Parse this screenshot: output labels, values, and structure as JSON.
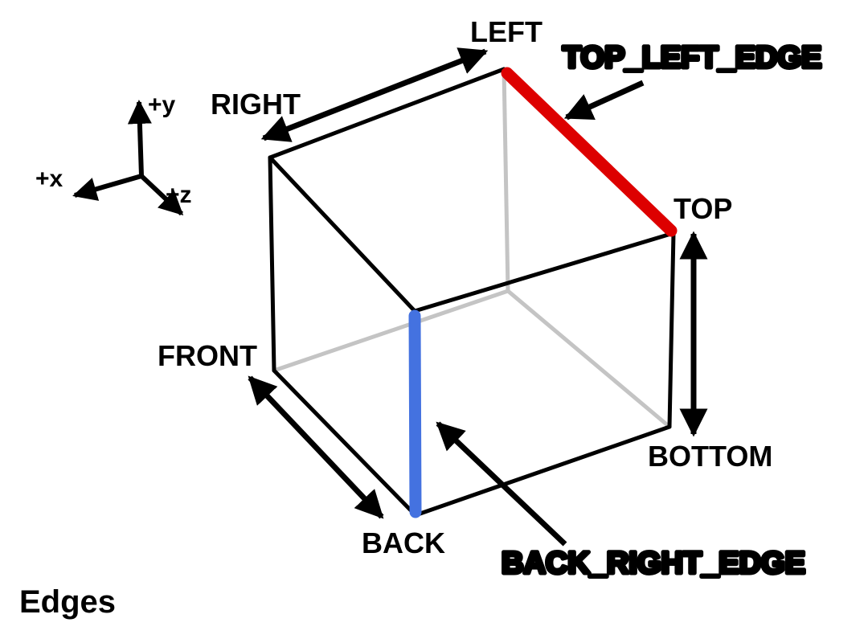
{
  "title": "Edges",
  "colors": {
    "red": "#dd0000",
    "blue": "#4472e0",
    "edge": "#000000",
    "hidden_edge": "#c4c4c4"
  },
  "axes": {
    "x_label": "+x",
    "y_label": "+y",
    "z_label": "+z"
  },
  "face_labels": {
    "left": "LEFT",
    "right": "RIGHT",
    "top": "TOP",
    "bottom": "BOTTOM",
    "front": "FRONT",
    "back": "BACK"
  },
  "edge_labels": {
    "top_left": "TOP_LEFT_EDGE",
    "back_right": "BACK_RIGHT_EDGE"
  }
}
